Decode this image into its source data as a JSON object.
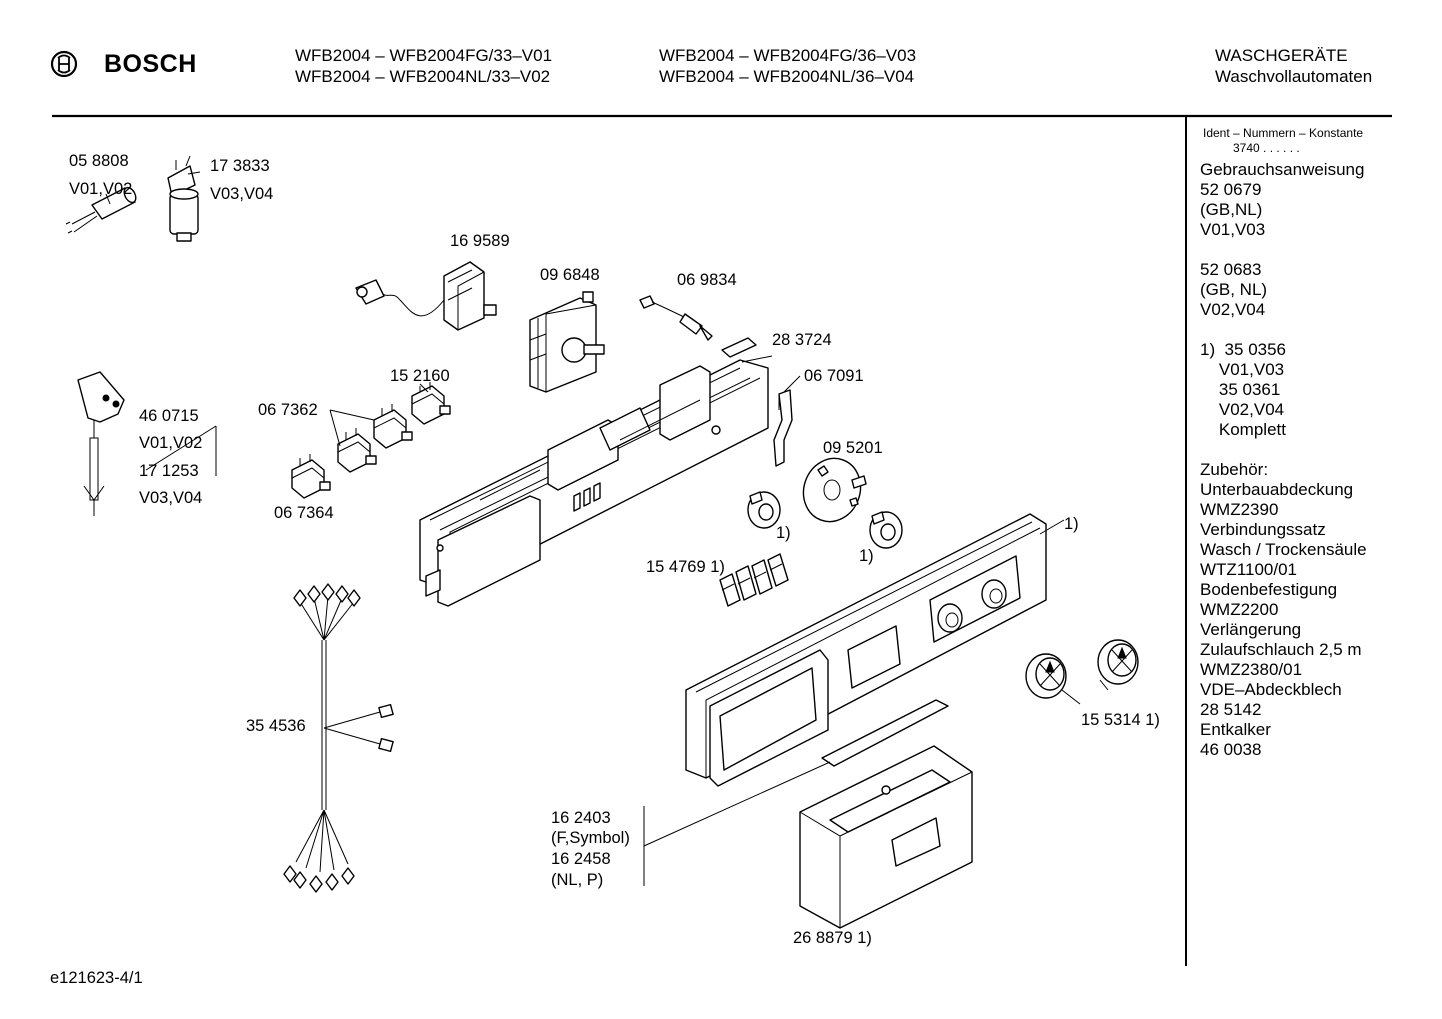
{
  "header": {
    "brand": "BOSCH",
    "models": [
      "WFB2004 – WFB2004FG/33–V01",
      "WFB2004 – WFB2004NL/33–V02",
      "WFB2004 – WFB2004FG/36–V03",
      "WFB2004 – WFB2004NL/36–V04"
    ],
    "category": "WASCHGERÄTE",
    "subcategory": "Waschvollautomaten"
  },
  "sidebar": {
    "ident_label": "Ident – Nummern – Konstante",
    "ident_value": "3740  .  .  .  .  .  .",
    "lines": [
      "Gebrauchsanweisung",
      "52 0679",
      "(GB,NL)",
      "V01,V03",
      "",
      "52 0683",
      "(GB, NL)",
      "V02,V04",
      "",
      "1)  35 0356",
      "    V01,V03",
      "    35 0361",
      "    V02,V04",
      "    Komplett",
      "",
      "Zubehör:",
      "Unterbauabdeckung",
      "WMZ2390",
      "Verbindungssatz",
      "Wasch / Trockensäule",
      "WTZ1100/01",
      "Bodenbefestigung",
      "WMZ2200",
      "Verlängerung",
      "Zulaufschlauch 2,5 m",
      "WMZ2380/01",
      "VDE–Abdeckblech",
      "28 5142",
      "Entkalker",
      "46 0038"
    ]
  },
  "parts": {
    "p058808": "05 8808",
    "p058808_var": "V01,V02",
    "p173833": "17 3833",
    "p173833_var": "V03,V04",
    "p169589": "16 9589",
    "p096848": "09 6848",
    "p069834": "06 9834",
    "p283724": "28 3724",
    "p067091": "06 7091",
    "p152160": "15 2160",
    "p067362": "06 7362",
    "p067364": "06 7364",
    "p460715": "46 0715",
    "p460715_var": "V01,V02",
    "p171253": "17 1253",
    "p171253_var": "V03,V04",
    "p095201": "09 5201",
    "knob_a_note": "1)",
    "knob_b_note": "1)",
    "panel_note": "1)",
    "p154769": "15 4769 1)",
    "p354536": "35 4536",
    "p155314": "15 5314 1)",
    "p162403": "16 2403",
    "p162403_var": "(F,Symbol)",
    "p162458": "16 2458",
    "p162458_var": "(NL, P)",
    "p268879": "26 8879 1)"
  },
  "footer": {
    "doc_id": "e121623-4/1"
  }
}
